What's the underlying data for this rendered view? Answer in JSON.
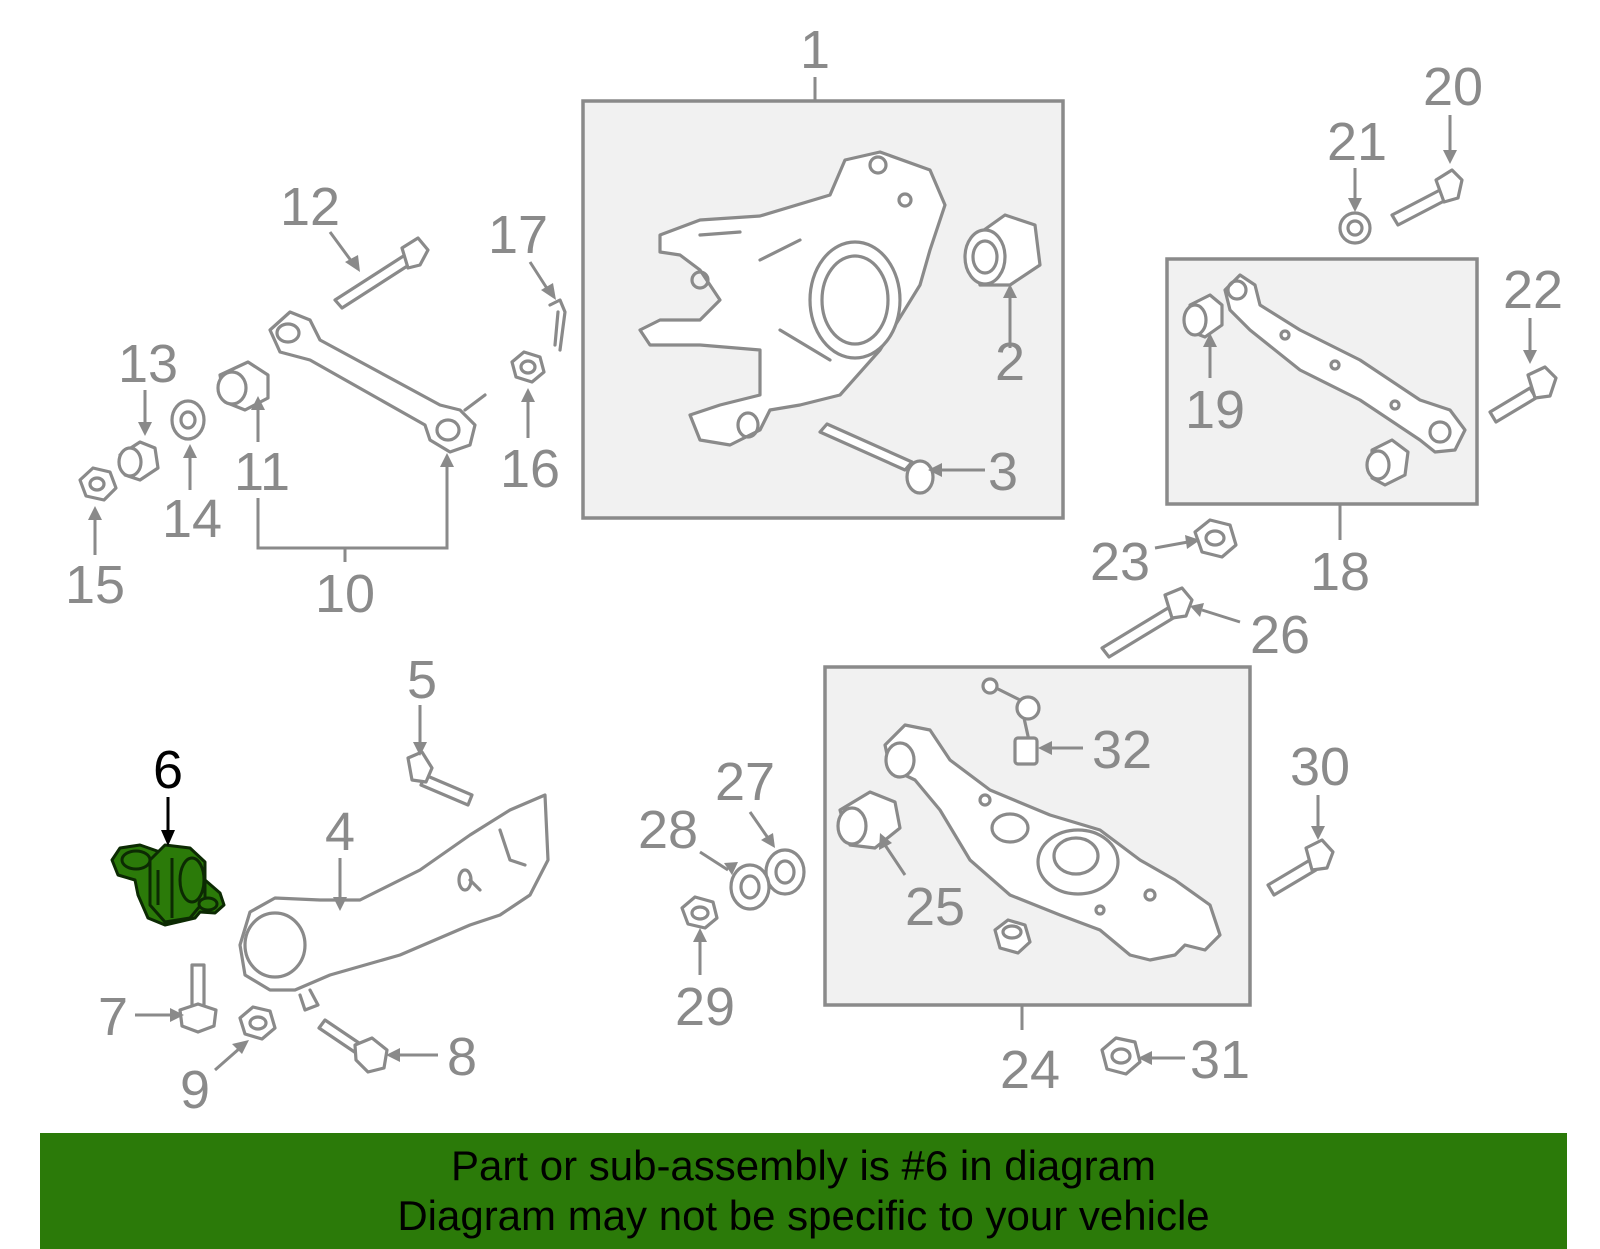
{
  "callouts": {
    "c1": "1",
    "c2": "2",
    "c3": "3",
    "c4": "4",
    "c5": "5",
    "c6": "6",
    "c7": "7",
    "c8": "8",
    "c9": "9",
    "c10": "10",
    "c11": "11",
    "c12": "12",
    "c13": "13",
    "c14": "14",
    "c15": "15",
    "c16": "16",
    "c17": "17",
    "c18": "18",
    "c19": "19",
    "c20": "20",
    "c21": "21",
    "c22": "22",
    "c23": "23",
    "c24": "24",
    "c25": "25",
    "c26": "26",
    "c27": "27",
    "c28": "28",
    "c29": "29",
    "c30": "30",
    "c31": "31",
    "c32": "32"
  },
  "highlight_part": "6",
  "colors": {
    "line_art": "#8a8a8a",
    "box_fill": "#f1f1f1",
    "highlight": "#2b7a09",
    "banner": "#2b7a09"
  },
  "banner": {
    "line1": "Part or sub-assembly is #6 in diagram",
    "line2": "Diagram may not be specific to your vehicle"
  }
}
